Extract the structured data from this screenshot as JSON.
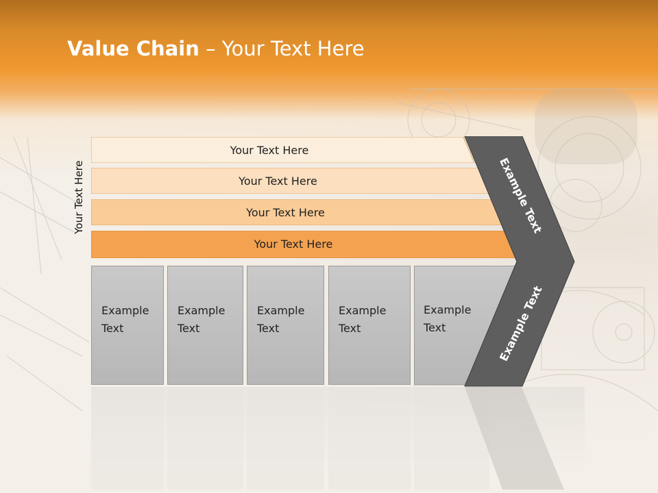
{
  "title": {
    "bold": "Value Chain",
    "rest": " – Your Text Here"
  },
  "side_label": "Your Text Here",
  "rows": [
    {
      "label": "Your Text Here",
      "color": "#fbeedd"
    },
    {
      "label": "Your Text Here",
      "color": "#fbdfbf"
    },
    {
      "label": "Your Text Here",
      "color": "#f9cc98"
    },
    {
      "label": "Your Text Here",
      "color": "#f4a24f"
    }
  ],
  "boxes": [
    {
      "label": "Example Text"
    },
    {
      "label": "Example Text"
    },
    {
      "label": "Example Text"
    },
    {
      "label": "Example Text"
    },
    {
      "label": "Example Text"
    }
  ],
  "chevron": {
    "upper_label": "Example Text",
    "lower_label": "Example Text",
    "color": "#5e5e5e"
  }
}
